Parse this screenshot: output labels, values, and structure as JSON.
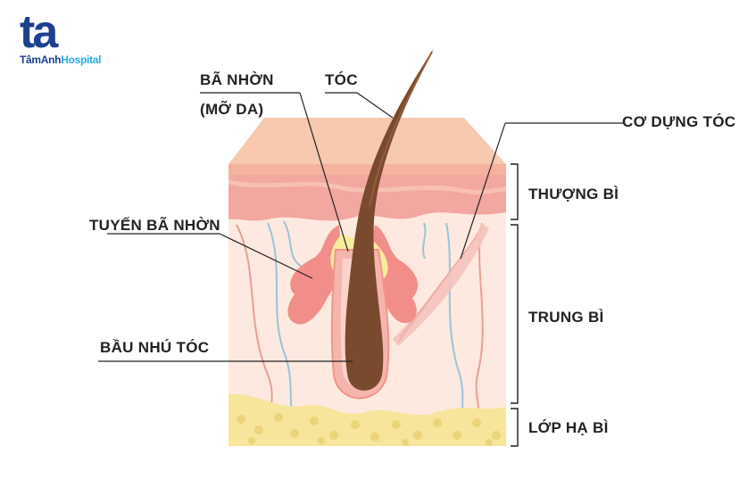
{
  "logo": {
    "mark": "ta",
    "name_primary": "TâmAnh",
    "name_secondary": "Hospital"
  },
  "labels": {
    "ba_nhon": "BÃ NHỜN",
    "mo_da": "(MỠ DA)",
    "toc": "TÓC",
    "co_dung_toc": "CƠ DỰNG TÓC",
    "thuong_bi": "THƯỢNG BÌ",
    "tuyen_ba_nhon": "TUYẾN BÃ NHỜN",
    "trung_bi": "TRUNG BÌ",
    "bau_nhu_toc": "BẦU NHÚ TÓC",
    "lop_ha_bi": "LỚP HẠ BÌ"
  },
  "colors": {
    "brand_blue": "#1d3f8f",
    "brand_cyan": "#27a9e1",
    "hair": "#7a4a2e",
    "epidermis_top": "#f7c9ae",
    "epidermis_band": "#f2a7a0",
    "dermis": "#fde9df",
    "gland": "#f28e8a",
    "sebum": "#f7ec9c",
    "fat": "#f6e59a"
  }
}
